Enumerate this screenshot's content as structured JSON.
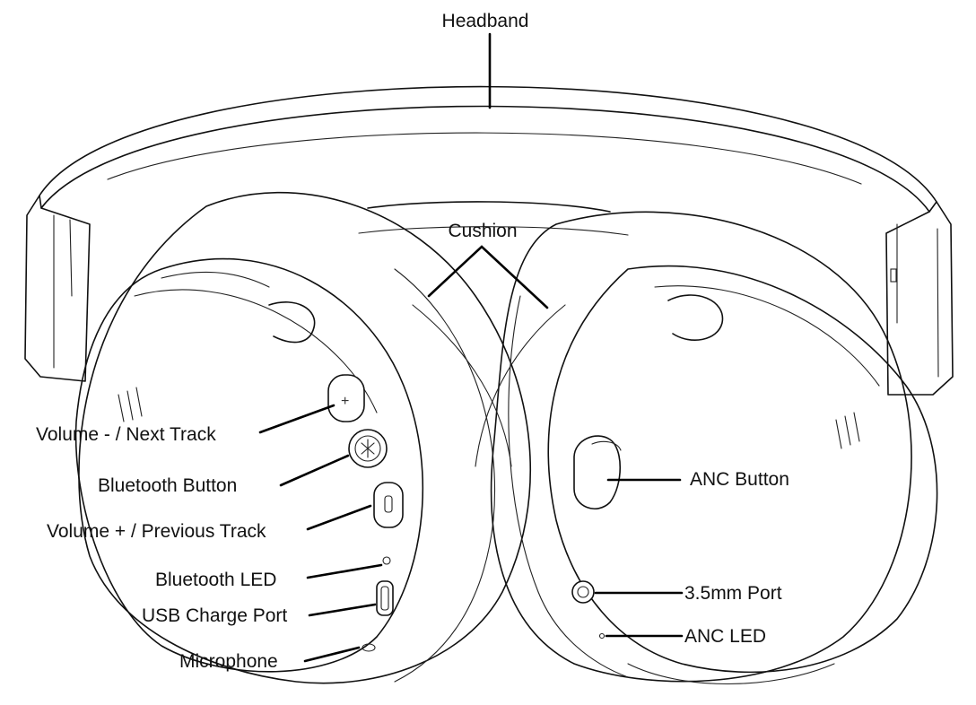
{
  "diagram": {
    "labels": {
      "headband": "Headband",
      "cushion": "Cushion",
      "volume_minus": "Volume - / Next Track",
      "bluetooth_button": "Bluetooth Button",
      "volume_plus": "Volume + / Previous Track",
      "bluetooth_led": "Bluetooth LED",
      "usb_charge_port": "USB Charge Port",
      "microphone": "Microphone",
      "anc_button": "ANC Button",
      "port_35mm": "3.5mm Port",
      "anc_led": "ANC LED"
    }
  }
}
